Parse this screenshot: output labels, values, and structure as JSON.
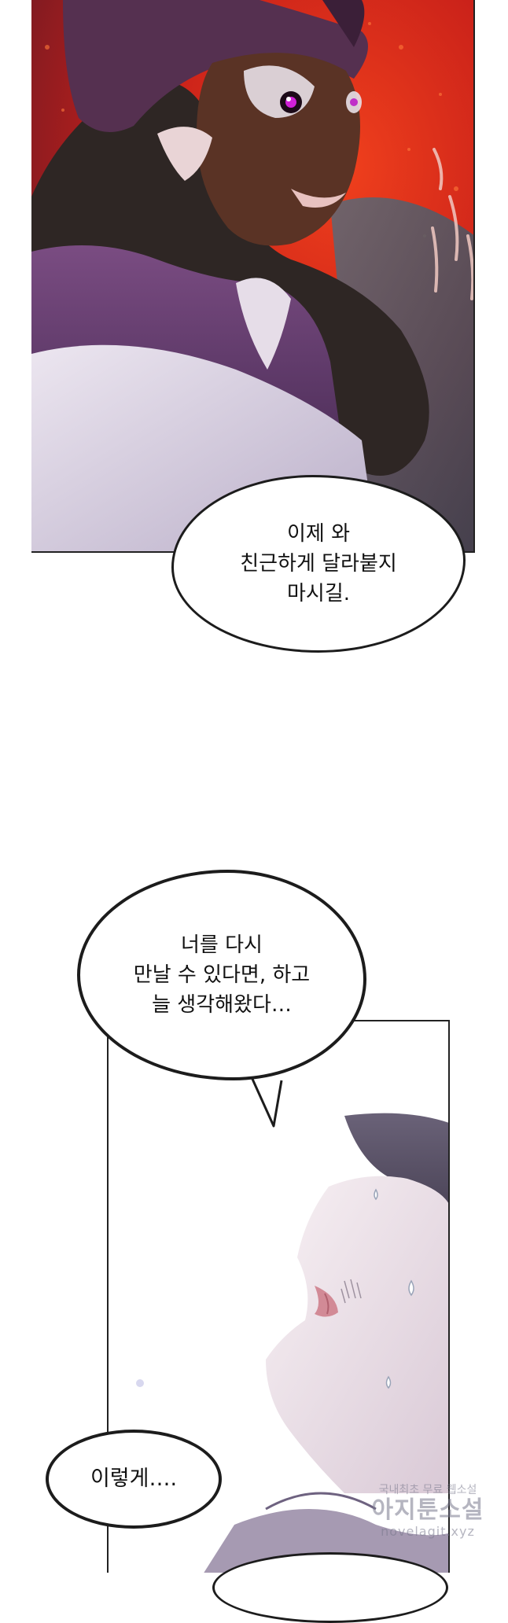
{
  "bubble_top": {
    "lines": [
      "이제 와",
      "친근하게 달라붙지",
      "마시길."
    ]
  },
  "bubble_middle": {
    "lines": [
      "너를 다시",
      "만날 수 있다면, 하고",
      "늘 생각해왔다…"
    ]
  },
  "bubble_bottom": {
    "lines": [
      "이렇게…."
    ]
  },
  "watermark": {
    "line1": "국내최초 무료 웹소설",
    "line2": "아지툰소설",
    "line3": "novelagit.xyz"
  },
  "colors": {
    "fire_red": "#d8281c",
    "robe_purple": "#6a4070",
    "skin_brown": "#5a3325",
    "panel_border": "#222222"
  }
}
